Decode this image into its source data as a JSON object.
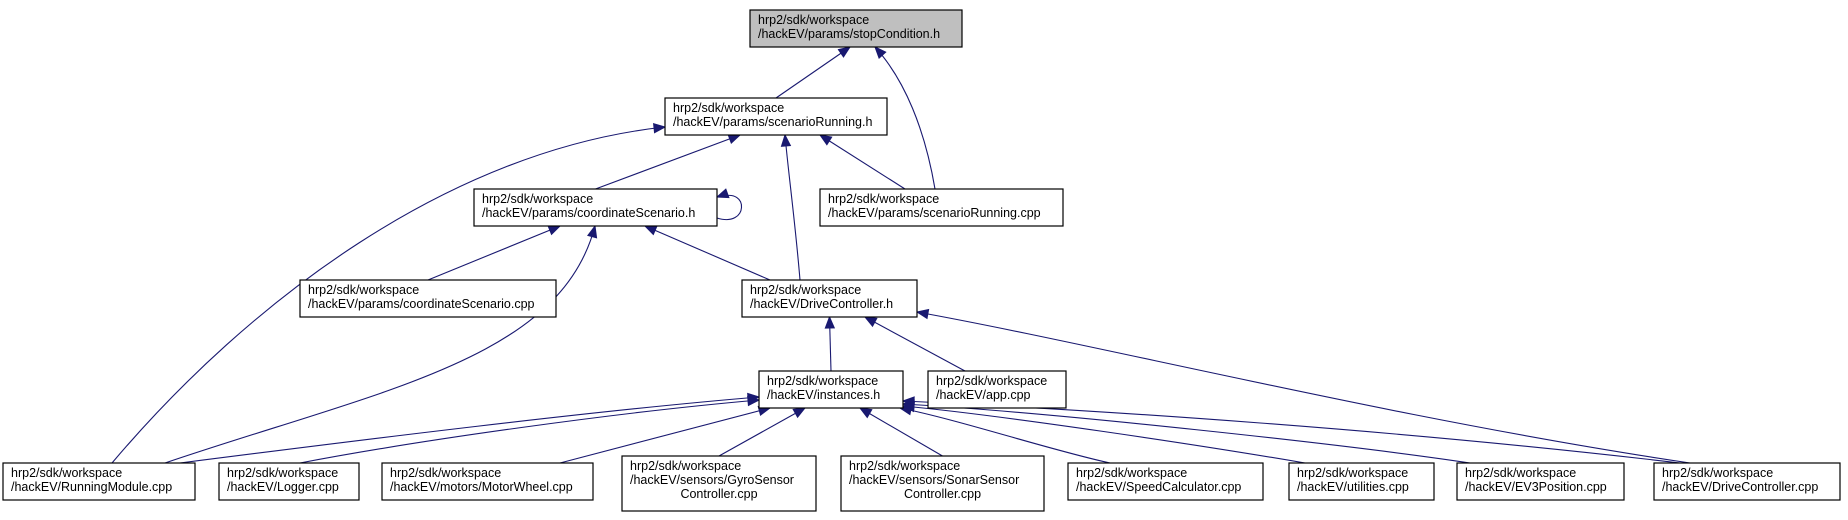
{
  "nodes": [
    {
      "id": "stopCondition_h",
      "lines": [
        "hrp2/sdk/workspace",
        "/hackEV/params/stopCondition.h"
      ],
      "root": true
    },
    {
      "id": "scenarioRunning_h",
      "lines": [
        "hrp2/sdk/workspace",
        "/hackEV/params/scenarioRunning.h"
      ]
    },
    {
      "id": "coordinateScenario_h",
      "lines": [
        "hrp2/sdk/workspace",
        "/hackEV/params/coordinateScenario.h"
      ]
    },
    {
      "id": "scenarioRunning_cpp",
      "lines": [
        "hrp2/sdk/workspace",
        "/hackEV/params/scenarioRunning.cpp"
      ]
    },
    {
      "id": "coordinateScenario_cpp",
      "lines": [
        "hrp2/sdk/workspace",
        "/hackEV/params/coordinateScenario.cpp"
      ]
    },
    {
      "id": "DriveController_h",
      "lines": [
        "hrp2/sdk/workspace",
        "/hackEV/DriveController.h"
      ]
    },
    {
      "id": "instances_h",
      "lines": [
        "hrp2/sdk/workspace",
        "/hackEV/instances.h"
      ]
    },
    {
      "id": "app_cpp",
      "lines": [
        "hrp2/sdk/workspace",
        "/hackEV/app.cpp"
      ]
    },
    {
      "id": "RunningModule_cpp",
      "lines": [
        "hrp2/sdk/workspace",
        "/hackEV/RunningModule.cpp"
      ]
    },
    {
      "id": "Logger_cpp",
      "lines": [
        "hrp2/sdk/workspace",
        "/hackEV/Logger.cpp"
      ]
    },
    {
      "id": "MotorWheel_cpp",
      "lines": [
        "hrp2/sdk/workspace",
        "/hackEV/motors/MotorWheel.cpp"
      ]
    },
    {
      "id": "GyroSensorController_cpp",
      "lines": [
        "hrp2/sdk/workspace",
        "/hackEV/sensors/GyroSensor",
        "Controller.cpp"
      ]
    },
    {
      "id": "SonarSensorController_cpp",
      "lines": [
        "hrp2/sdk/workspace",
        "/hackEV/sensors/SonarSensor",
        "Controller.cpp"
      ]
    },
    {
      "id": "SpeedCalculator_cpp",
      "lines": [
        "hrp2/sdk/workspace",
        "/hackEV/SpeedCalculator.cpp"
      ]
    },
    {
      "id": "utilities_cpp",
      "lines": [
        "hrp2/sdk/workspace",
        "/hackEV/utilities.cpp"
      ]
    },
    {
      "id": "EV3Position_cpp",
      "lines": [
        "hrp2/sdk/workspace",
        "/hackEV/EV3Position.cpp"
      ]
    },
    {
      "id": "DriveController_cpp",
      "lines": [
        "hrp2/sdk/workspace",
        "/hackEV/DriveController.cpp"
      ]
    }
  ],
  "edges": [
    {
      "from": "scenarioRunning_h",
      "to": "stopCondition_h"
    },
    {
      "from": "scenarioRunning_cpp",
      "to": "stopCondition_h"
    },
    {
      "from": "RunningModule_cpp",
      "to": "scenarioRunning_h"
    },
    {
      "from": "coordinateScenario_h",
      "to": "scenarioRunning_h"
    },
    {
      "from": "DriveController_h",
      "to": "scenarioRunning_h"
    },
    {
      "from": "scenarioRunning_cpp",
      "to": "scenarioRunning_h"
    },
    {
      "from": "coordinateScenario_h",
      "to": "coordinateScenario_h"
    },
    {
      "from": "coordinateScenario_cpp",
      "to": "coordinateScenario_h"
    },
    {
      "from": "RunningModule_cpp",
      "to": "coordinateScenario_h"
    },
    {
      "from": "DriveController_h",
      "to": "coordinateScenario_h"
    },
    {
      "from": "instances_h",
      "to": "DriveController_h"
    },
    {
      "from": "app_cpp",
      "to": "DriveController_h"
    },
    {
      "from": "DriveController_cpp",
      "to": "DriveController_h"
    },
    {
      "from": "RunningModule_cpp",
      "to": "instances_h"
    },
    {
      "from": "Logger_cpp",
      "to": "instances_h"
    },
    {
      "from": "MotorWheel_cpp",
      "to": "instances_h"
    },
    {
      "from": "GyroSensorController_cpp",
      "to": "instances_h"
    },
    {
      "from": "SonarSensorController_cpp",
      "to": "instances_h"
    },
    {
      "from": "SpeedCalculator_cpp",
      "to": "instances_h"
    },
    {
      "from": "utilities_cpp",
      "to": "instances_h"
    },
    {
      "from": "EV3Position_cpp",
      "to": "instances_h"
    },
    {
      "from": "DriveController_cpp",
      "to": "instances_h"
    }
  ]
}
